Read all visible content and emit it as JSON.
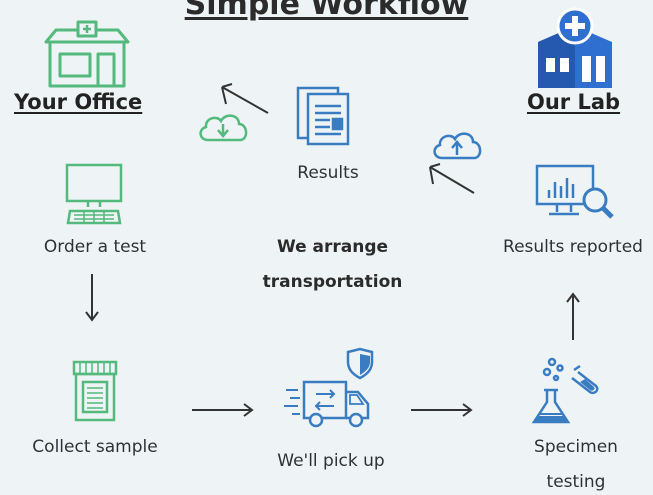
{
  "title": "Simple Workflow",
  "your_office": "Your Office",
  "our_lab": "Our Lab",
  "steps": {
    "results": "Results",
    "order_test": "Order a test",
    "results_reported": "Results reported",
    "collect_sample": "Collect sample",
    "pick_up": "We'll pick up",
    "specimen_testing_line1": "Specimen",
    "specimen_testing_line2": "testing"
  },
  "transport_line1": "We arrange",
  "transport_line2": "transportation",
  "colors": {
    "green": "#53b97d",
    "blue": "#3a7cc2",
    "lab_blue": "#2f6fd0",
    "arrow": "#333333",
    "background": "#eef4f5"
  },
  "icons": [
    "office-building-icon",
    "lab-building-icon",
    "document-icon",
    "cloud-download-icon",
    "cloud-upload-icon",
    "computer-icon",
    "monitor-chart-icon",
    "sample-jar-icon",
    "delivery-truck-icon",
    "flask-icon"
  ]
}
